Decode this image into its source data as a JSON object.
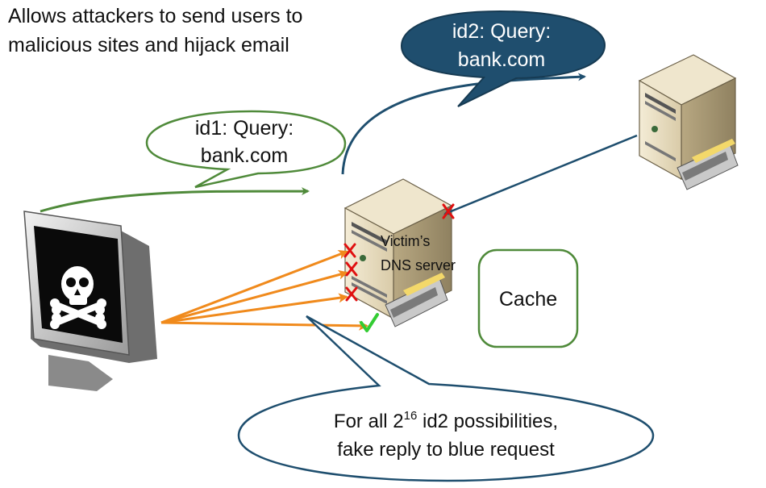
{
  "headline": {
    "line1": "Allows attackers to send users to",
    "line2": "malicious sites and hijack email"
  },
  "bubble_id1": {
    "line1": "id1: Query:",
    "line2": "bank.com"
  },
  "bubble_id2": {
    "line1": "id2: Query:",
    "line2": "bank.com"
  },
  "victim_server": {
    "line1": "Victim’s",
    "line2": "DNS server"
  },
  "cache_box": {
    "label": "Cache"
  },
  "bottom_bubble": {
    "line1_prefix": "For all 2",
    "line1_exponent": "16",
    "line1_suffix": " id2 possibilities,",
    "line2": "fake reply to blue request"
  },
  "icons": {
    "attacker_screen": "skull-and-crossbones-icon",
    "rejected": "red-cross-mark-icon",
    "accepted": "green-check-mark-icon"
  },
  "colors": {
    "green": "#4f8a3a",
    "navy": "#1e4e6e",
    "orange": "#f08a1c",
    "red": "#e01010",
    "check_green": "#33cc33",
    "beige": "#e8dcc0"
  }
}
